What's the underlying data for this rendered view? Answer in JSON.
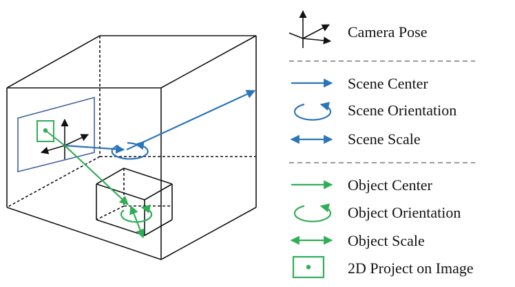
{
  "colors": {
    "blue": "#2b74b8",
    "green": "#2fae56",
    "plane": "#3f5f9e",
    "box": "#111111",
    "divider": "#999999"
  },
  "legend": {
    "camera_pose": "Camera Pose",
    "scene_center": "Scene Center",
    "scene_orientation": "Scene Orientation",
    "scene_scale": "Scene Scale",
    "object_center": "Object Center",
    "object_orientation": "Object Orientation",
    "object_scale": "Object Scale",
    "project_2d": "2D Project on Image"
  },
  "icons": {
    "camera_pose": "axes-icon",
    "scene_center": "arrow-right-icon",
    "scene_orientation": "circular-arrow-icon",
    "scene_scale": "double-arrow-icon",
    "object_center": "arrow-right-icon",
    "object_orientation": "circular-arrow-icon",
    "object_scale": "double-arrow-icon",
    "project_2d": "square-dot-icon"
  }
}
